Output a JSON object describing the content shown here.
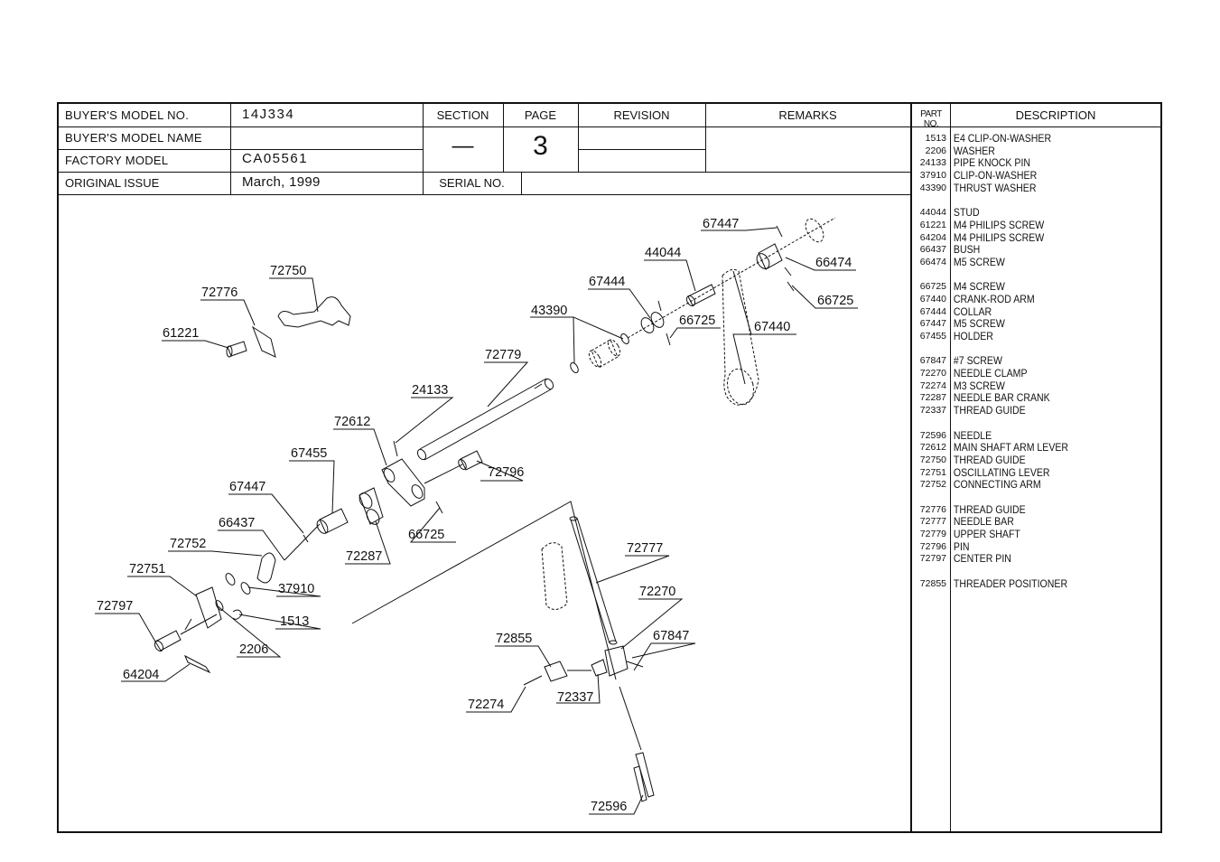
{
  "header": {
    "buyer_model_no_label": "BUYER'S  MODEL  NO.",
    "buyer_model_no": "14J334",
    "buyer_model_name_label": "BUYER'S  MODEL  NAME",
    "buyer_model_name": "",
    "factory_model_label": "FACTORY  MODEL",
    "factory_model": "CA05561",
    "original_issue_label": "ORIGINAL ISSUE",
    "original_issue": "March,  1999",
    "section_label": "SECTION",
    "section": "—",
    "page_label": "PAGE",
    "page": "3",
    "revision_label": "REVISION",
    "remarks_label": "REMARKS",
    "serial_no_label": "SERIAL NO.",
    "part_no_label": "PART NO.",
    "description_label": "DESCRIPTION"
  },
  "parts": [
    {
      "group": [
        {
          "no": "1513",
          "desc": "E4 CLIP-ON-WASHER"
        },
        {
          "no": "2206",
          "desc": "WASHER"
        },
        {
          "no": "24133",
          "desc": "PIPE KNOCK PIN"
        },
        {
          "no": "37910",
          "desc": "CLIP-ON-WASHER"
        },
        {
          "no": "43390",
          "desc": "THRUST WASHER"
        }
      ]
    },
    {
      "group": [
        {
          "no": "44044",
          "desc": "STUD"
        },
        {
          "no": "61221",
          "desc": "M4 PHILIPS SCREW"
        },
        {
          "no": "64204",
          "desc": "M4 PHILIPS SCREW"
        },
        {
          "no": "66437",
          "desc": "BUSH"
        },
        {
          "no": "66474",
          "desc": "M5 SCREW"
        }
      ]
    },
    {
      "group": [
        {
          "no": "66725",
          "desc": "M4 SCREW"
        },
        {
          "no": "67440",
          "desc": "CRANK-ROD ARM"
        },
        {
          "no": "67444",
          "desc": "COLLAR"
        },
        {
          "no": "67447",
          "desc": "M5 SCREW"
        },
        {
          "no": "67455",
          "desc": "HOLDER"
        }
      ]
    },
    {
      "group": [
        {
          "no": "67847",
          "desc": "#7 SCREW"
        },
        {
          "no": "72270",
          "desc": "NEEDLE CLAMP"
        },
        {
          "no": "72274",
          "desc": "M3 SCREW"
        },
        {
          "no": "72287",
          "desc": "NEEDLE BAR CRANK"
        },
        {
          "no": "72337",
          "desc": "THREAD GUIDE"
        }
      ]
    },
    {
      "group": [
        {
          "no": "72596",
          "desc": "NEEDLE"
        },
        {
          "no": "72612",
          "desc": "MAIN SHAFT ARM LEVER"
        },
        {
          "no": "72750",
          "desc": "THREAD GUIDE"
        },
        {
          "no": "72751",
          "desc": "OSCILLATING LEVER"
        },
        {
          "no": "72752",
          "desc": "CONNECTING ARM"
        }
      ]
    },
    {
      "group": [
        {
          "no": "72776",
          "desc": "THREAD GUIDE"
        },
        {
          "no": "72777",
          "desc": "NEEDLE BAR"
        },
        {
          "no": "72779",
          "desc": "UPPER SHAFT"
        },
        {
          "no": "72796",
          "desc": "PIN"
        },
        {
          "no": "72797",
          "desc": "CENTER PIN"
        }
      ]
    },
    {
      "group": [
        {
          "no": "72855",
          "desc": "THREADER POSITIONER"
        }
      ]
    }
  ],
  "callouts": {
    "c67447a": "67447",
    "c44044": "44044",
    "c66474": "66474",
    "c66725a": "66725",
    "c67444": "67444",
    "c66725b": "66725",
    "c67440": "67440",
    "c43390": "43390",
    "c72750": "72750",
    "c72776": "72776",
    "c61221": "61221",
    "c72779": "72779",
    "c24133": "24133",
    "c72612": "72612",
    "c67455": "67455",
    "c72796": "72796",
    "c67447b": "67447",
    "c66437": "66437",
    "c66725c": "66725",
    "c72287": "72287",
    "c72752": "72752",
    "c72751": "72751",
    "c37910": "37910",
    "c1513": "1513",
    "c72797": "72797",
    "c2206": "2206",
    "c64204": "64204",
    "c72777": "72777",
    "c72270": "72270",
    "c72855": "72855",
    "c67847": "67847",
    "c72274": "72274",
    "c72337": "72337",
    "c72596": "72596"
  }
}
